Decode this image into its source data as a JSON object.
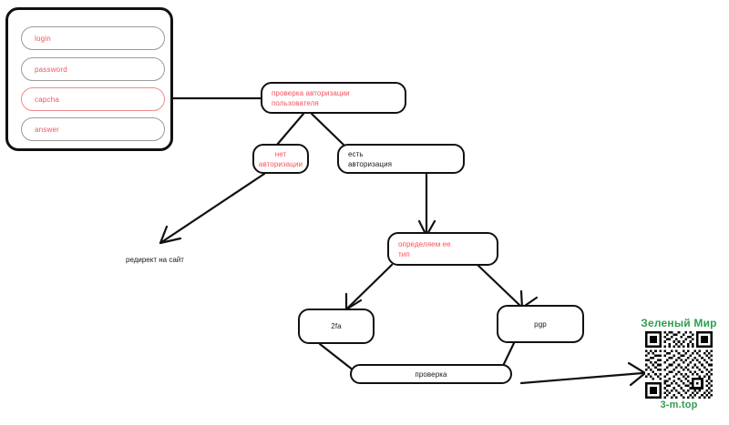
{
  "diagram": {
    "title": "проверка авторизации пользователя",
    "colors": {
      "stroke": "#111111",
      "red_text": "#f4525c",
      "dark_text": "#1a1a1a",
      "field_border": "#9a9a9a",
      "highlight_border": "#f08a8a",
      "watermark_green": "#2e9e4f",
      "background": "#ffffff"
    },
    "form": {
      "name": "login-form",
      "fields": [
        {
          "id": "login",
          "label": "login",
          "highlight": false
        },
        {
          "id": "password",
          "label": "password",
          "highlight": false
        },
        {
          "id": "capcha",
          "label": "capcha",
          "highlight": true
        },
        {
          "id": "answer",
          "label": "answer",
          "highlight": false
        }
      ]
    },
    "nodes": [
      {
        "id": "check-auth",
        "label": "проверка авторизации пользователя",
        "color": "red"
      },
      {
        "id": "no-auth",
        "label": "нет\nавторизации",
        "color": "red"
      },
      {
        "id": "has-auth",
        "label": "есть\nавторизация",
        "color": "dark"
      },
      {
        "id": "detect-type",
        "label": "определяем ее\nтип",
        "color": "red"
      },
      {
        "id": "twofa",
        "label": "2fa",
        "color": "dark"
      },
      {
        "id": "pgp",
        "label": "pgp",
        "color": "dark"
      },
      {
        "id": "verify",
        "label": "проверка",
        "color": "dark"
      }
    ],
    "captions": [
      {
        "id": "redirect",
        "label": "редирект на сайт"
      }
    ],
    "edges": [
      {
        "from": "login-form",
        "to": "check-auth",
        "arrow": false
      },
      {
        "from": "check-auth",
        "to": "no-auth",
        "arrow": false
      },
      {
        "from": "check-auth",
        "to": "has-auth",
        "arrow": false
      },
      {
        "from": "no-auth",
        "to": "redirect",
        "arrow": true
      },
      {
        "from": "has-auth",
        "to": "detect-type",
        "arrow": true
      },
      {
        "from": "detect-type",
        "to": "twofa",
        "arrow": true
      },
      {
        "from": "detect-type",
        "to": "pgp",
        "arrow": true
      },
      {
        "from": "twofa",
        "to": "verify",
        "arrow": false
      },
      {
        "from": "pgp",
        "to": "verify",
        "arrow": false
      },
      {
        "from": "verify",
        "to": "qr-code",
        "arrow": true
      }
    ]
  },
  "watermark": {
    "title": "Зеленый Мир",
    "url": "3-m.top"
  }
}
